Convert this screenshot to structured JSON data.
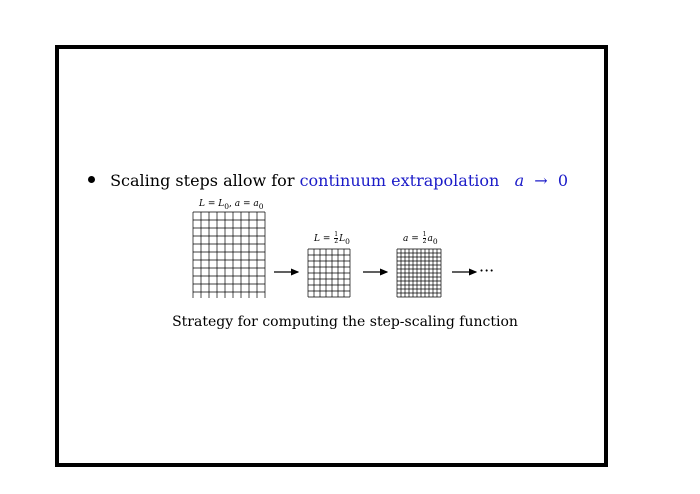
{
  "bullet": {
    "text_plain": "Scaling steps allow for",
    "text_accent": "continuum extrapolation",
    "math_var": "a",
    "math_arrow": "→",
    "math_zero": "0"
  },
  "lattices": [
    {
      "label_lhs": "L",
      "label_eq1": " = ",
      "label_rhs1": "L",
      "label_sub1": "0",
      "label_sep": ", ",
      "label_lhs2": "a",
      "label_eq2": " = ",
      "label_rhs2": "a",
      "label_sub2": "0"
    },
    {
      "label_lhs": "L",
      "label_eq": " = ",
      "frac_num": "1",
      "frac_den": "2",
      "label_rhs": "L",
      "label_sub": "0"
    },
    {
      "label_lhs": "a",
      "label_eq": " = ",
      "frac_num": "1",
      "frac_den": "2",
      "label_rhs": "a",
      "label_sub": "0"
    }
  ],
  "ellipsis": "···",
  "caption": "Strategy for computing the step-scaling function",
  "colors": {
    "accent": "#1b1bc8",
    "frame": "#000000"
  }
}
